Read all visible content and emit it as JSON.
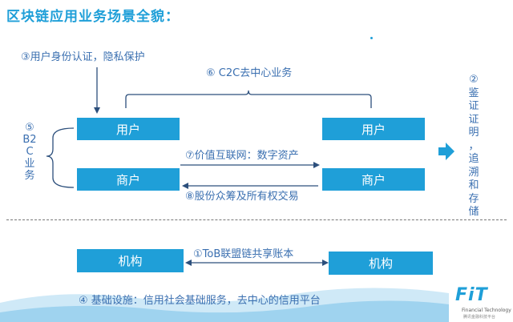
{
  "title": "区块链应用业务场景全貌：",
  "labels": {
    "identity": "③用户身份认证，隐私保护",
    "c2c": "⑥ C2C去中心业务",
    "b2c_vertical": "⑤\nB2\nC\n业\n务",
    "value_internet": "⑦价值互联网：数字资产",
    "equity": "⑧股份众筹及所有权交易",
    "audit_vertical": "②\n鉴\n证\n证\n明\n，\n追\n溯\n和\n存\n储",
    "tob": "①ToB联盟链共享账本",
    "infra": "④ 基础设施：信用社会基础服务，去中心的信用平台"
  },
  "boxes": {
    "user_left": "用户",
    "user_right": "用户",
    "merchant_left": "商户",
    "merchant_right": "商户",
    "org_left": "机构",
    "org_right": "机构"
  },
  "logo": {
    "name": "FiT",
    "subtitle": "Financial Technology",
    "tagline": "腾讯金融科技平台"
  },
  "colors": {
    "accent": "#1f9fd8",
    "label": "#3a6fb0",
    "line": "#2c4f7c"
  }
}
